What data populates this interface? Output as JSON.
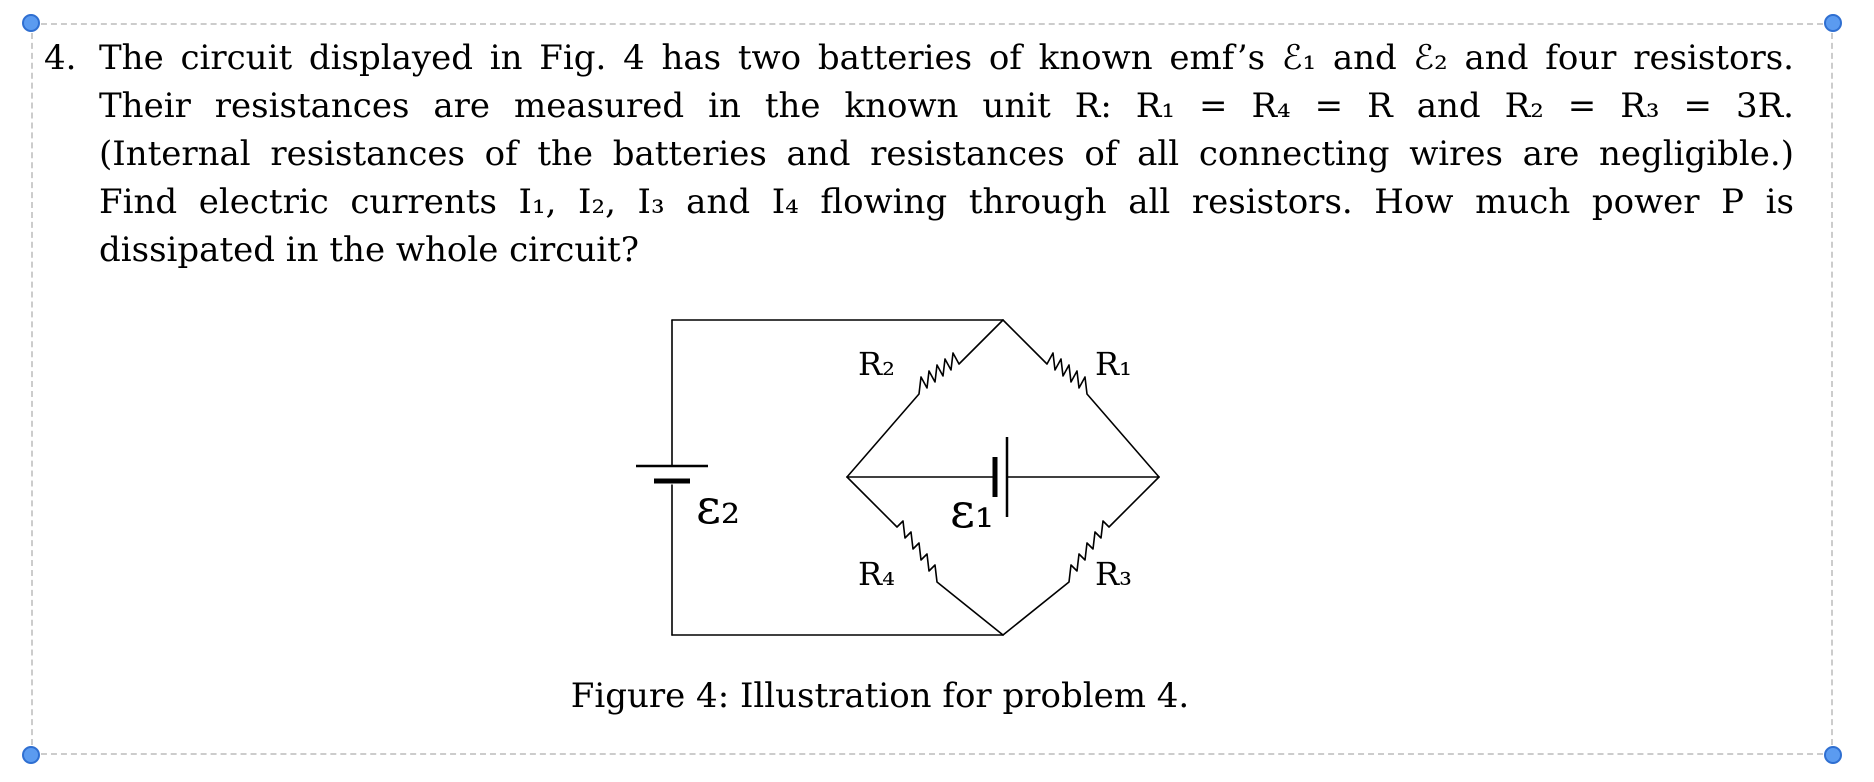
{
  "problem": {
    "number": "4.",
    "lines": [
      "The circuit displayed in Fig. 4 has two batteries of known emf’s ℰ₁ and ℰ₂ and four resistors.",
      "Their resistances are measured in the known unit R: R₁ = R₄ = R and R₂ = R₃ = 3R.",
      "(Internal resistances of the batteries and resistances of all connecting wires are negligible.)",
      "Find electric currents I₁, I₂, I₃ and I₄ flowing through all resistors. How much power P is",
      "dissipated in the whole circuit?"
    ]
  },
  "figure": {
    "labels": {
      "R1": "R₁",
      "R2": "R₂",
      "R3": "R₃",
      "R4": "R₄",
      "emf1": "ε₁",
      "emf2": "ε₂"
    },
    "caption": "Figure 4: Illustration for problem 4."
  }
}
